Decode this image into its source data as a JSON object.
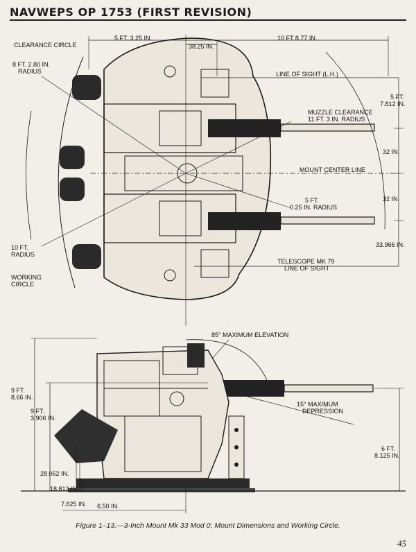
{
  "header": {
    "title": "NAVWEPS OP 1753 (FIRST REVISION)"
  },
  "labels": {
    "clearance_circle": "CLEARANCE CIRCLE",
    "dim_5ft_325": "5 FT. 3.25 IN.",
    "dim_3825": "38.25 IN.",
    "dim_10ft_877": "10 FT 8.77 IN.",
    "radius_8ft_l1": "8 FT. 2.80 IN.",
    "radius_8ft_l2": "RADIUS",
    "line_of_sight_lh": "LINE OF SIGHT (L.H.)",
    "dim_5ft_7812_l1": "5 FT.",
    "dim_5ft_7812_l2": "7.812 IN.",
    "muzzle_clearance_l1": "MUZZLE CLEARANCE",
    "muzzle_clearance_l2": "11 FT. 3 IN. RADIUS",
    "dim_32_top": "32 IN.",
    "mount_center_line": "MOUNT CENTER LINE",
    "dim_32_bottom": "32 IN.",
    "radius_5ft_l1": "5 FT.",
    "radius_5ft_l2": "0.25 IN. RADIUS",
    "radius_10ft_l1": "10 FT.",
    "radius_10ft_l2": "RADIUS",
    "dim_33966": "33.966 IN.",
    "telescope_l1": "TELESCOPE MK 79",
    "telescope_l2": "LINE OF SIGHT",
    "working_circle_l1": "WORKING",
    "working_circle_l2": "CIRCLE",
    "max_elevation": "85° MAXIMUM ELEVATION",
    "dim_9ft_866_l1": "9 FT.",
    "dim_9ft_866_l2": "8.66 IN.",
    "dim_9ft_3906_l1": "9 FT.",
    "dim_9ft_3906_l2": "3.906 IN.",
    "max_depression_l1": "15° MAXIMUM",
    "max_depression_l2": "DEPRESSION",
    "dim_6ft_l1": "6 FT.",
    "dim_6ft_l2": "8.125 IN.",
    "dim_28062": "28.062 IN.",
    "dim_18812": "18.812 IN.",
    "dim_7625": "7.625 IN.",
    "dim_650": "6.50 IN."
  },
  "caption": "Figure 1–13.—3-Inch Mount Mk 33 Mod 0; Mount Dimensions and Working Circle.",
  "page_number": "45"
}
